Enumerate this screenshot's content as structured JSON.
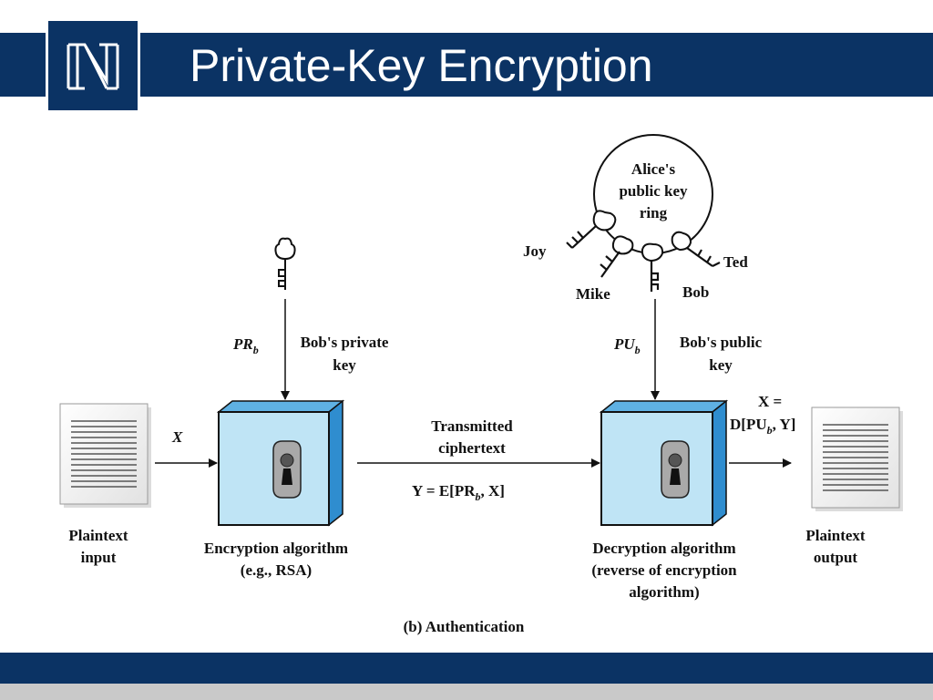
{
  "slide": {
    "title": "Private-Key Encryption",
    "logo_letter": "N",
    "colors": {
      "navy": "#0b3364",
      "box_face": "#bfe4f5",
      "box_side": "#3b9ad6",
      "footer_gray": "#c9c9c9"
    }
  },
  "diagram": {
    "caption": "(b) Authentication",
    "plaintext_input": [
      "Plaintext",
      "input"
    ],
    "plaintext_output": [
      "Plaintext",
      "output"
    ],
    "x_in": "X",
    "x_out_line1": "X =",
    "x_out_line2": "D[PU",
    "x_out_sub": "b",
    "x_out_tail": ", Y]",
    "private_key_symbol": "PR",
    "private_key_sub": "b",
    "private_key_label": [
      "Bob's private",
      "key"
    ],
    "public_key_symbol": "PU",
    "public_key_sub": "b",
    "public_key_label": [
      "Bob's public",
      "key"
    ],
    "transmitted": [
      "Transmitted",
      "ciphertext"
    ],
    "cipher_formula_pre": "Y = E[PR",
    "cipher_formula_sub": "b",
    "cipher_formula_tail": ", X]",
    "encryption_label": [
      "Encryption algorithm",
      "(e.g., RSA)"
    ],
    "decryption_label": [
      "Decryption algorithm",
      "(reverse of encryption",
      "algorithm)"
    ],
    "key_ring_label": [
      "Alice's",
      "public key",
      "ring"
    ],
    "ring_names": {
      "joy": "Joy",
      "mike": "Mike",
      "bob": "Bob",
      "ted": "Ted"
    }
  }
}
